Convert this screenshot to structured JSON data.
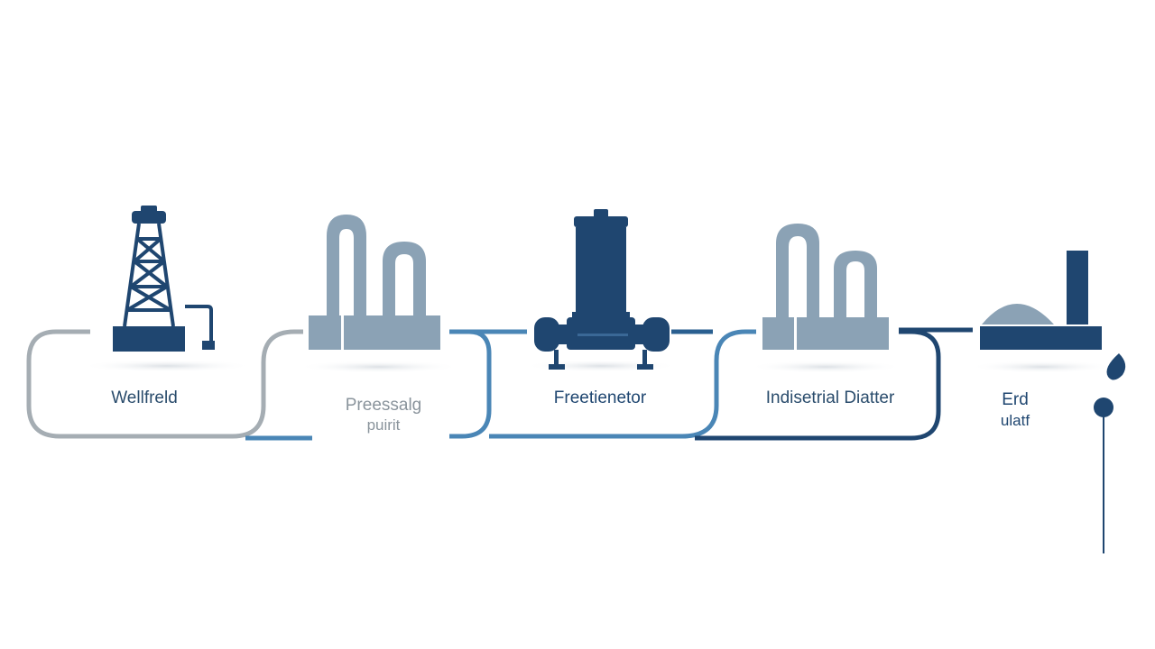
{
  "diagram": {
    "stages": [
      {
        "id": "wellfield",
        "icon": "oil-derrick-icon",
        "label": [
          "Wellfreld"
        ]
      },
      {
        "id": "processing",
        "icon": "processing-columns-icon",
        "label": [
          "Preessalg",
          "puirit"
        ]
      },
      {
        "id": "fractionator",
        "icon": "fractionator-vessel-icon",
        "label": [
          "Freetienetor"
        ]
      },
      {
        "id": "industrial",
        "icon": "industrial-columns-icon",
        "label": [
          "Indisetrial Diatter"
        ]
      },
      {
        "id": "end",
        "icon": "dome-plant-icon",
        "label": [
          "Erd",
          "ulatf"
        ]
      }
    ],
    "colors": {
      "navy": "#1f4670",
      "mid_blue": "#4a86b6",
      "gray": "#a5adb3",
      "steel": "#8ba2b5"
    }
  }
}
